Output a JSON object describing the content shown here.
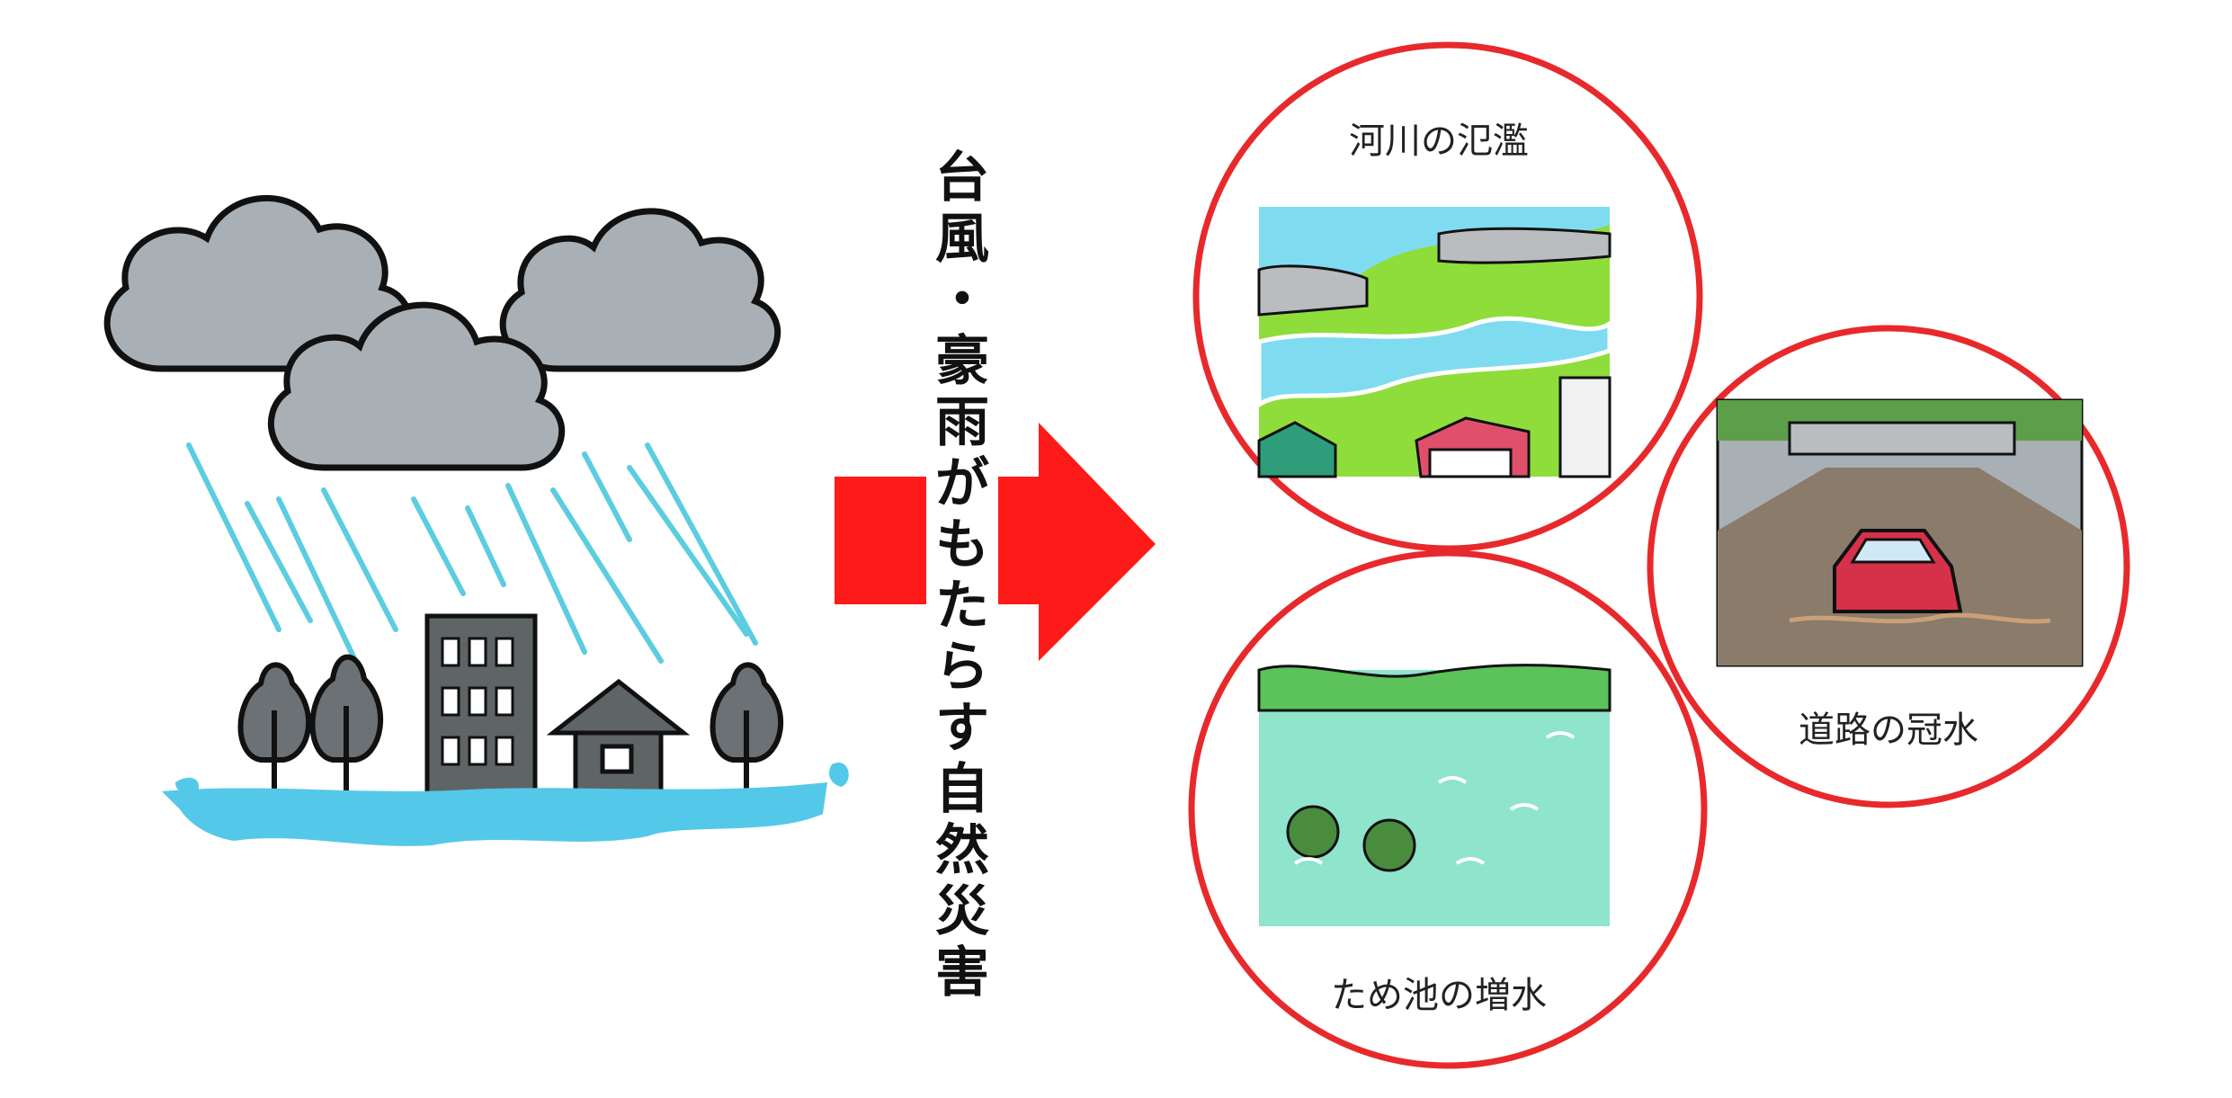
{
  "title_vertical": "台風・豪雨がもたらす自然災害",
  "title_chars": [
    "台",
    "風",
    "・",
    "豪",
    "雨",
    "が",
    "も",
    "た",
    "ら",
    "す",
    "自",
    "然",
    "災",
    "害"
  ],
  "disasters": [
    {
      "id": "river",
      "label": "河川の氾濫"
    },
    {
      "id": "road",
      "label": "道路の冠水"
    },
    {
      "id": "pond",
      "label": "ため池の増水"
    }
  ],
  "colors": {
    "arrow": "#ff1a1a",
    "circle": "#e8292b",
    "cloud": "#a8b0b5",
    "rain": "#5ccde0",
    "flood": "#54c8e8",
    "building": "#5f6467",
    "grass": "#8fdd3a",
    "river_water": "#7fdcf0",
    "pond_water": "#8fe4cc",
    "muddy_water": "#8a7b6a",
    "car": "#d6314a"
  }
}
